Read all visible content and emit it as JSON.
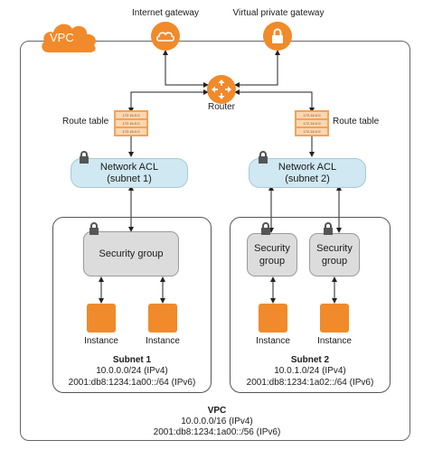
{
  "vpc_badge": "VPC",
  "gateways": {
    "internet": "Internet gateway",
    "vpg": "Virtual private gateway"
  },
  "router": "Router",
  "route_table_label": "Route table",
  "route_table_rows": [
    "172.16.0.0",
    "172.16.0.0",
    "172.16.0.0"
  ],
  "subnet1": {
    "acl_line1": "Network ACL",
    "acl_line2": "(subnet 1)",
    "security_group": "Security group",
    "instances": [
      "Instance",
      "Instance"
    ],
    "name": "Subnet 1",
    "ipv4": "10.0.0.0/24 (IPv4)",
    "ipv6": "2001:db8:1234:1a00::/64 (IPv6)"
  },
  "subnet2": {
    "acl_line1": "Network ACL",
    "acl_line2": "(subnet 2)",
    "security_groups": [
      {
        "line1": "Security",
        "line2": "group"
      },
      {
        "line1": "Security",
        "line2": "group"
      }
    ],
    "instances": [
      "Instance",
      "Instance"
    ],
    "name": "Subnet 2",
    "ipv4": "10.0.1.0/24 (IPv4)",
    "ipv6": "2001:db8:1234:1a02::/64 (IPv6)"
  },
  "vpc": {
    "name": "VPC",
    "ipv4": "10.0.0.0/16 (IPv4)",
    "ipv6": "2001:db8:1234:1a00::/56 (IPv6)"
  },
  "colors": {
    "orange": "#f08a2a",
    "acl_fill": "#cfe8f2",
    "sg_fill": "#dcdcdc"
  }
}
